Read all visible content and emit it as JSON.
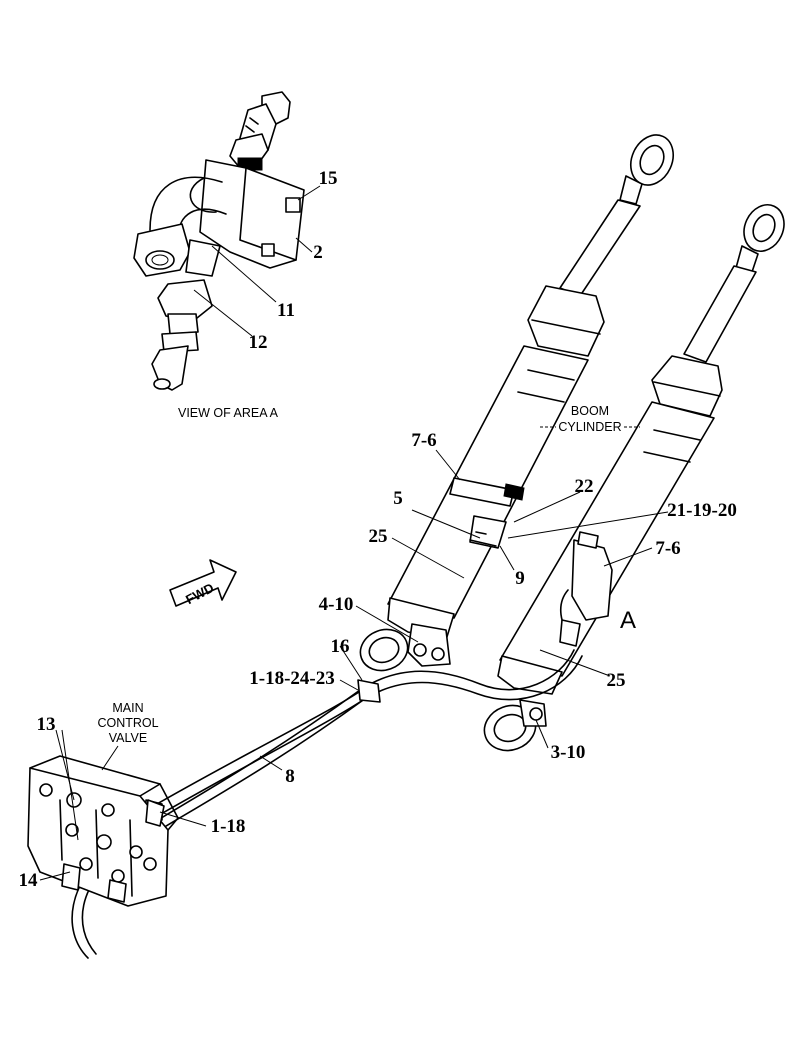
{
  "diagram": {
    "view_label": "VIEW OF AREA A",
    "area_marker": "A",
    "direction_label": "FWD",
    "components": {
      "boom_cylinder": [
        "BOOM",
        "CYLINDER"
      ],
      "main_control_valve": [
        "MAIN",
        "CONTROL",
        "VALVE"
      ]
    },
    "callouts": {
      "c15": "15",
      "c2": "2",
      "c11": "11",
      "c12": "12",
      "c7_6_upper": "7-6",
      "c22": "22",
      "c5": "5",
      "c21_19_20": "21-19-20",
      "c25_left": "25",
      "c9": "9",
      "c7_6_right": "7-6",
      "c4_10": "4-10",
      "c16": "16",
      "c1_18_24_23": "1-18-24-23",
      "c25_right": "25",
      "c13": "13",
      "c8": "8",
      "c3_10": "3-10",
      "c1_18": "1-18",
      "c14": "14"
    }
  }
}
